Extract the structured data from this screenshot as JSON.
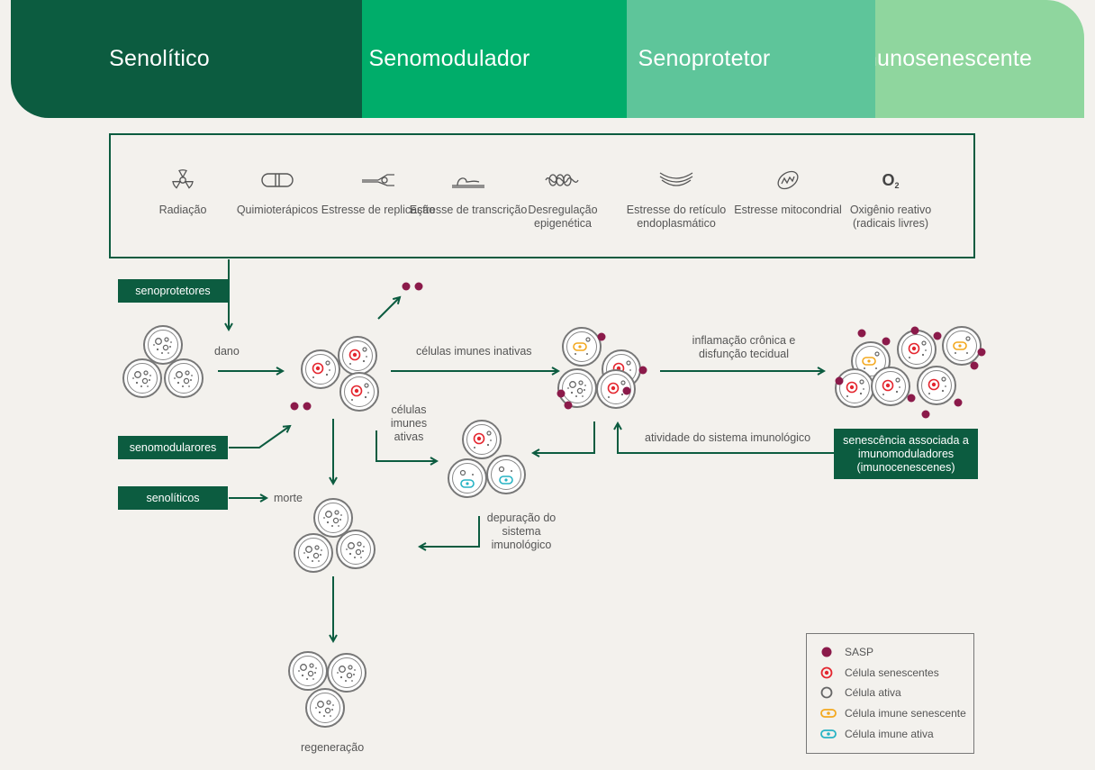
{
  "tabs": [
    "Senolítico",
    "Senomodulador",
    "Senoprotetor",
    "Imunosenescente"
  ],
  "stressors": [
    {
      "icon": "radiation-icon",
      "label": "Radiação"
    },
    {
      "icon": "capsule-icon",
      "label": "Quimioterápicos"
    },
    {
      "icon": "replication-fork-icon",
      "label": "Estresse de replicação"
    },
    {
      "icon": "transcription-icon",
      "label": "Estresse de transcrição"
    },
    {
      "icon": "chromatin-icon",
      "label": "Desregulação epigenética"
    },
    {
      "icon": "endoplasmic-reticulum-icon",
      "label": "Estresse do retículo endoplasmático"
    },
    {
      "icon": "mitochondria-icon",
      "label": "Estresse mitocondrial"
    },
    {
      "icon": "oxygen-icon",
      "label": "Oxigênio reativo (radicais livres)",
      "symbol": "O",
      "subscript": "2"
    }
  ],
  "tags": {
    "senoprotetores": "senoprotetores",
    "senomoduladores": "senomodularores",
    "senoliticos": "senolíticos",
    "immunosenescence": "senescência associada a imunomoduladores (imunocenescenes)"
  },
  "labels": {
    "dano": "dano",
    "inactive_immune": "células imunes inativas",
    "active_immune": "células imunes ativas",
    "chronic_inflammation": "inflamação crônica e disfunção tecidual",
    "immune_activity": "atividade do sistema imunológico",
    "immune_clearance": "depuração do sistema imunológico",
    "death": "morte",
    "regeneration": "regeneração"
  },
  "legend": [
    {
      "icon": "sasp-dot-icon",
      "label": "SASP"
    },
    {
      "icon": "senescent-cell-icon",
      "label": "Célula senescentes"
    },
    {
      "icon": "active-cell-icon",
      "label": "Célula ativa"
    },
    {
      "icon": "senescent-immune-cell-icon",
      "label": "Célula imune senescente"
    },
    {
      "icon": "active-immune-cell-icon",
      "label": "Célula imune ativa"
    }
  ],
  "colors": {
    "dark_green": "#0c5c40",
    "green": "#00ad6a",
    "light_green": "#5ec59a",
    "pale_green": "#8fd69e",
    "sasp": "#8b1a4a",
    "senescent": "#e4262f",
    "immune_senescent": "#f3a81f",
    "immune_active": "#27b3c4"
  }
}
